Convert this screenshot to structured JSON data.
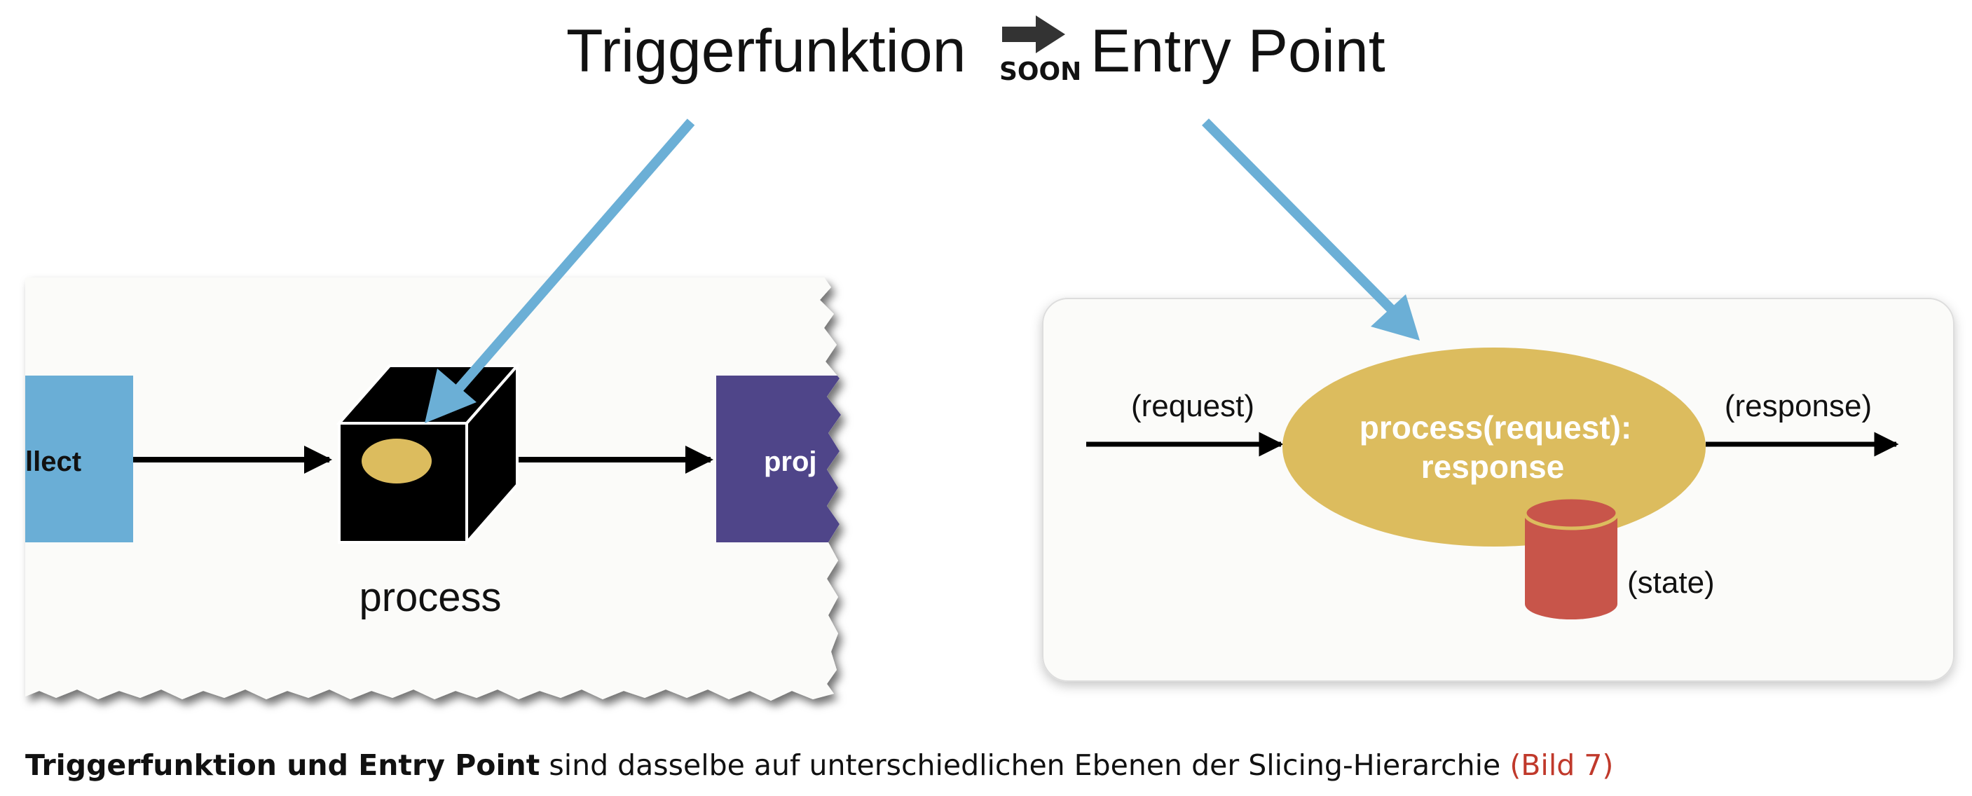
{
  "header": {
    "left_term": "Triggerfunktion",
    "soon_badge": "SOON",
    "right_term": "Entry Point"
  },
  "left_diagram": {
    "left_box_label": "llect",
    "center_label": "process",
    "right_box_label": "proj"
  },
  "right_diagram": {
    "input_label": "(request)",
    "output_label": "(response)",
    "ellipse_line1": "process(request):",
    "ellipse_line2": "response",
    "state_label": "(state)"
  },
  "caption": {
    "bold_part": "Triggerfunktion und Entry Point",
    "text_part": " sind dasselbe auf unterschiedlichen Ebenen der Slicing-Hierarchie ",
    "figure_ref": "(Bild 7)"
  },
  "colors": {
    "arrow_blue": "#6bafd6",
    "box_blue": "#6aaed6",
    "box_purple": "#4f4589",
    "ellipse_gold": "#dcbc5e",
    "state_red": "#c8554a",
    "figure_ref_red": "#c0392b"
  }
}
